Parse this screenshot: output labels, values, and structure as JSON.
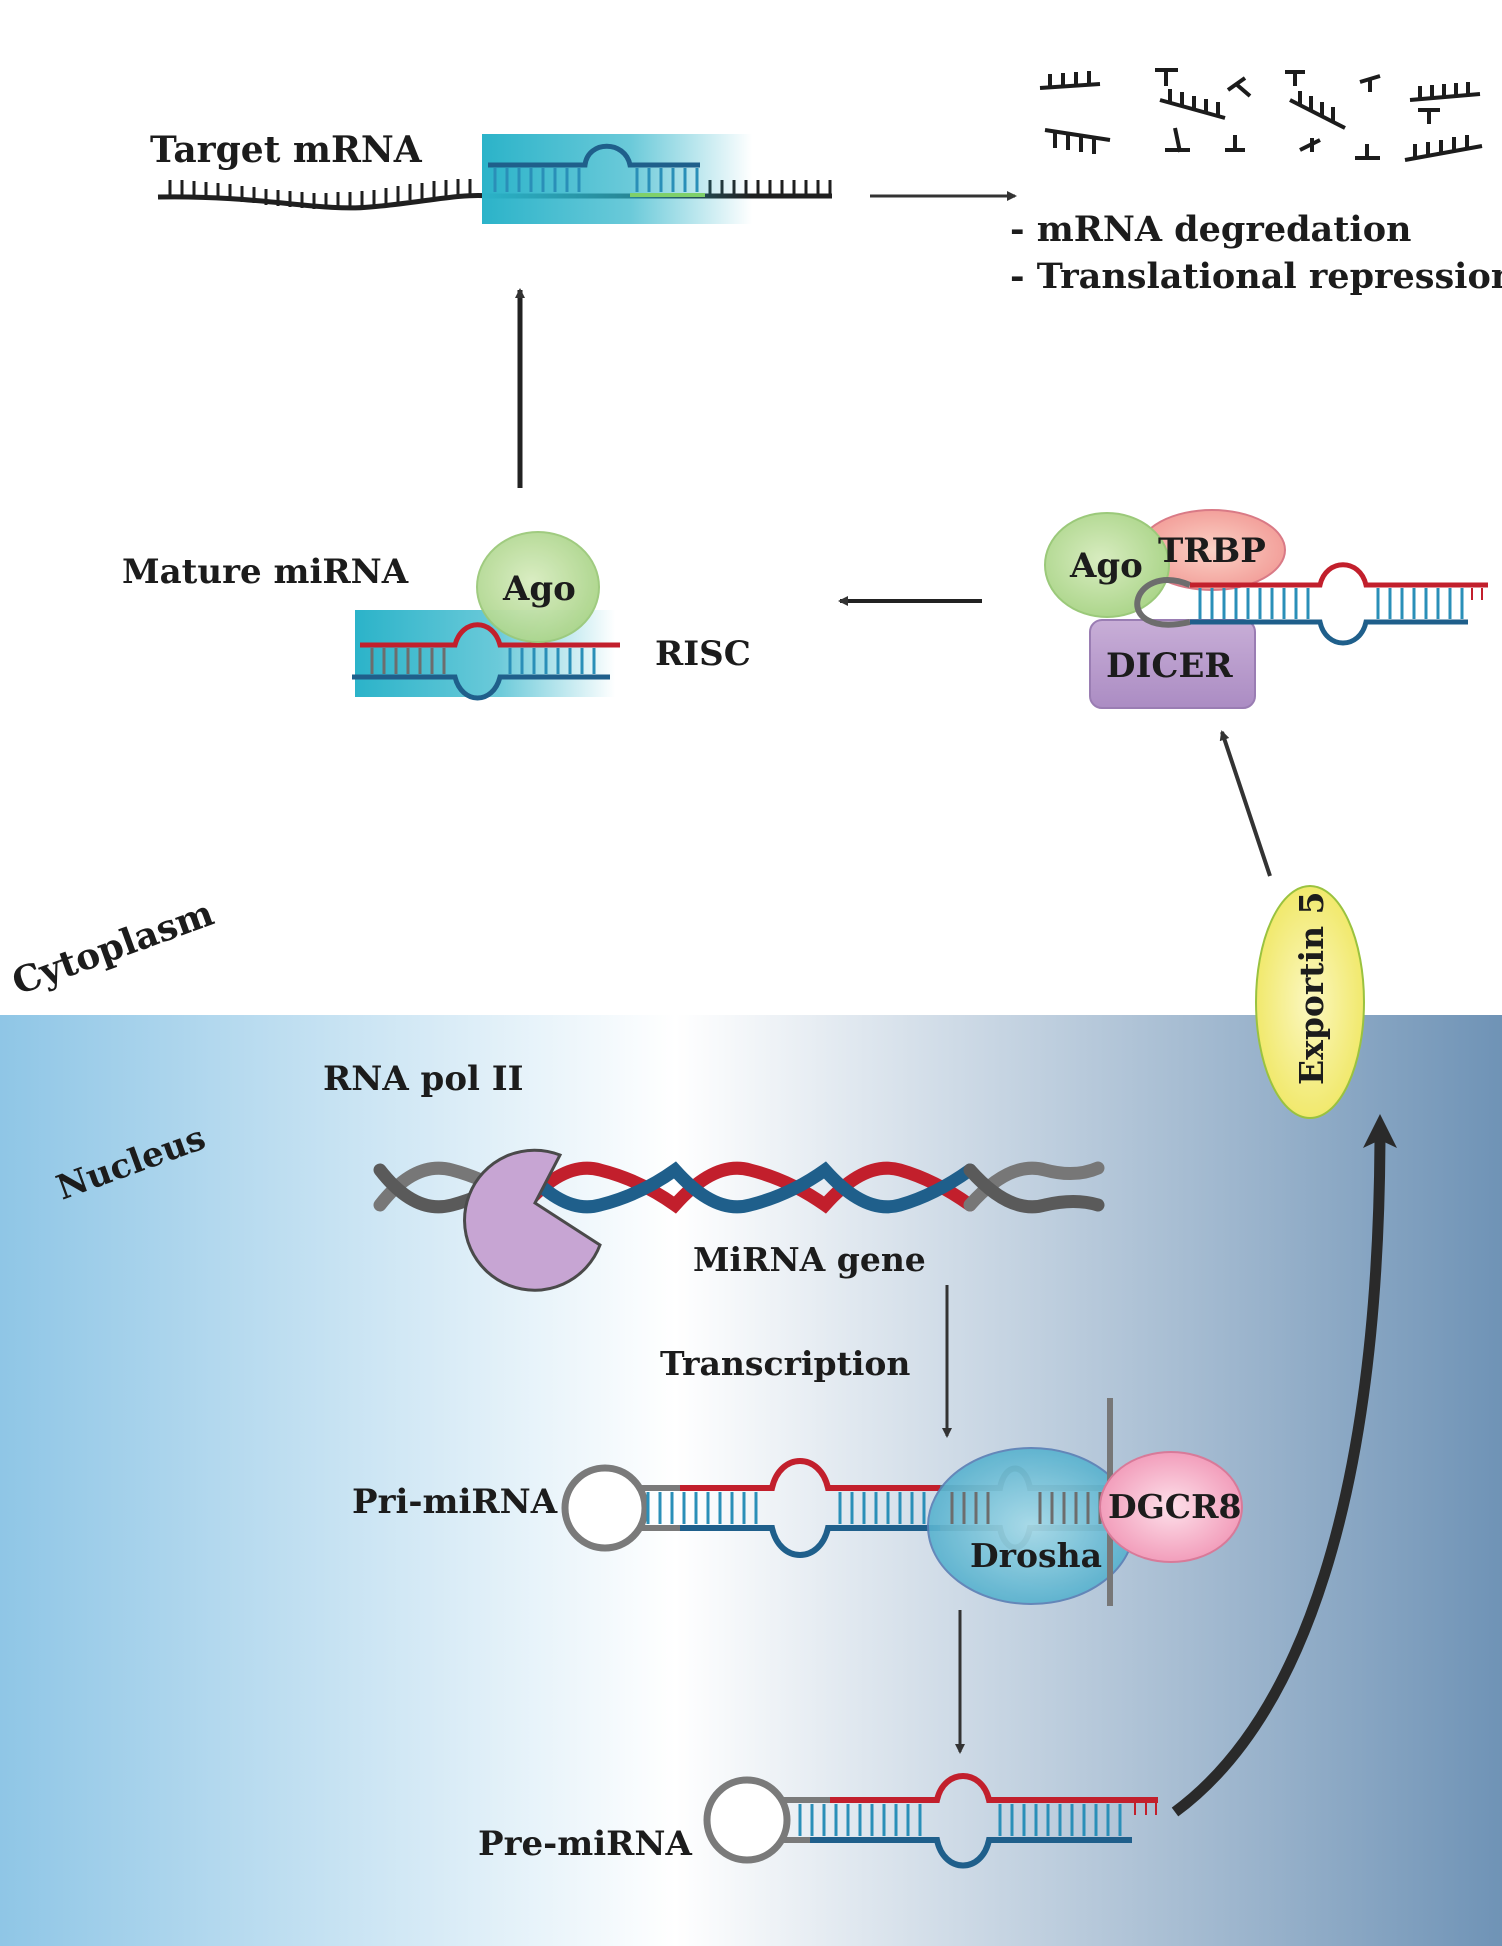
{
  "regions": {
    "cytoplasm": "Cytoplasm",
    "nucleus": "Nucleus"
  },
  "labels": {
    "target_mrna": "Target mRNA",
    "outcome_1": "- mRNA degredation",
    "outcome_2": "- Translational repression",
    "mature_mirna": "Mature miRNA",
    "risc": "RISC",
    "ago_risc": "Ago",
    "ago_dicer": "Ago",
    "trbp": "TRBP",
    "dicer": "DICER",
    "exportin": "Exportin 5",
    "rna_pol": "RNA pol II",
    "mirna_gene": "MiRNA gene",
    "transcription": "Transcription",
    "pri_mirna": "Pri-miRNA",
    "drosha": "Drosha",
    "dgcr8": "DGCR8",
    "pre_mirna": "Pre-miRNA"
  },
  "colors": {
    "strand_red": "#c21f2c",
    "strand_blue": "#1f5f8b",
    "strand_gray": "#6d6d6d",
    "nucleus_left": "#8fc6e6",
    "nucleus_mid": "#ffffff",
    "nucleus_right": "#6f93b6",
    "risc_box": "#2bb3c9",
    "ago": "#b9dd9a",
    "trbp": "#f4a3a0",
    "dicer": "#b597c9",
    "exportin": "#f4ee7a",
    "rna_pol": "#c7a5d3",
    "drosha": "#4fb3cf",
    "dgcr8": "#f3a3bd"
  }
}
